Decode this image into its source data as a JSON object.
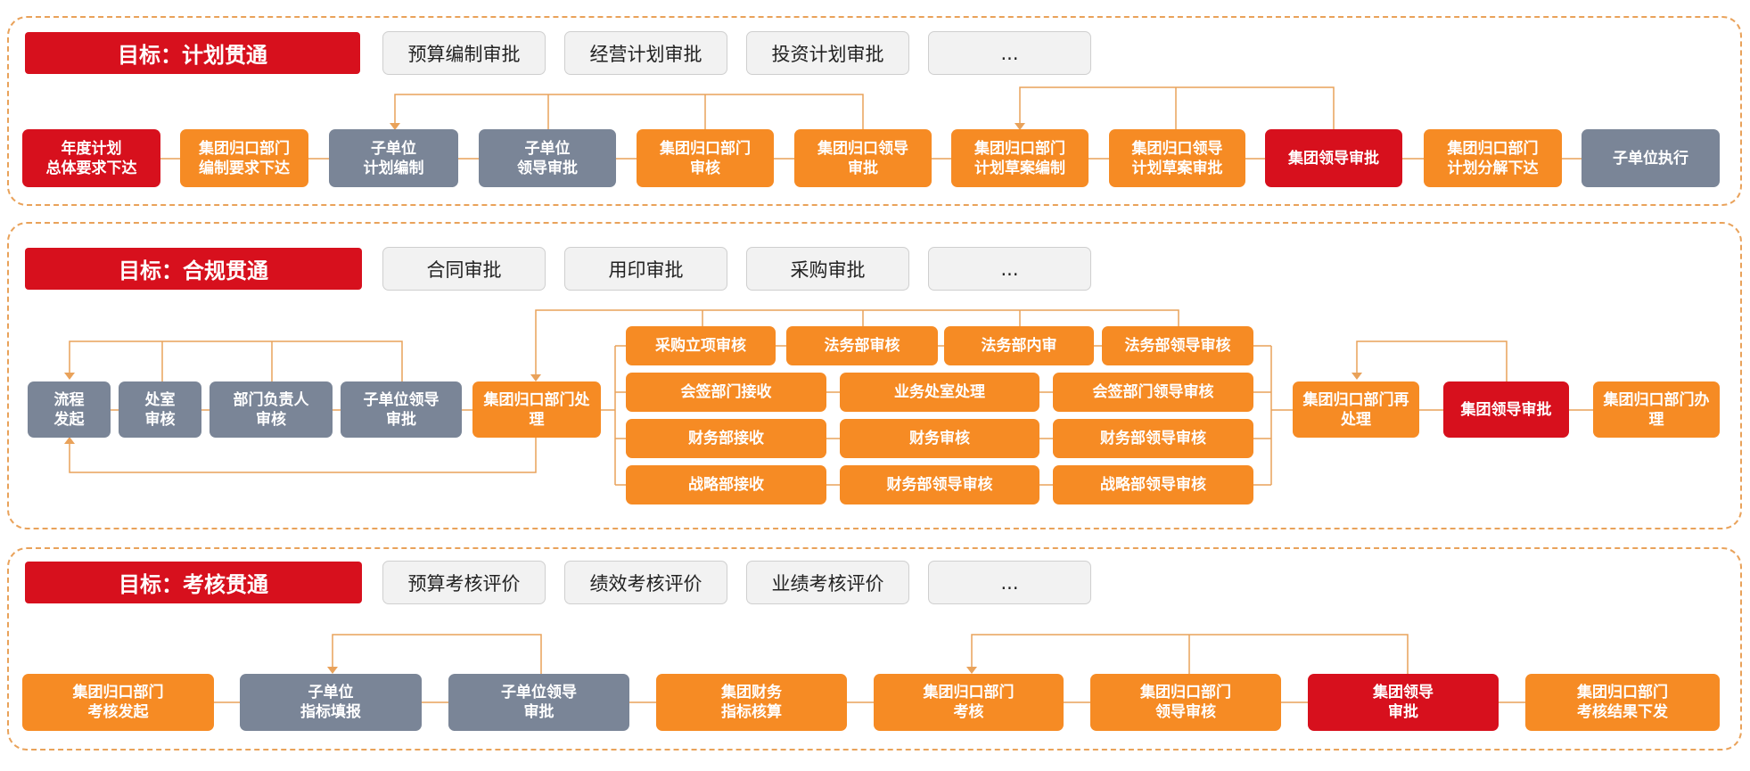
{
  "colors": {
    "orange": "#f68b24",
    "gray": "#7a8597",
    "red": "#d7101d",
    "connector": "#e9a25a",
    "panel_border": "#e9a25a"
  },
  "plan": {
    "goal": "目标：计划贯通",
    "tags": [
      "预算编制审批",
      "经营计划审批",
      "投资计划审批",
      "..."
    ],
    "steps": [
      "年度计划\n总体要求下达",
      "集团归口部门\n编制要求下达",
      "子单位\n计划编制",
      "子单位\n领导审批",
      "集团归口部门\n审核",
      "集团归口领导\n审批",
      "集团归口部门\n计划草案编制",
      "集团归口领导\n计划草案审批",
      "集团领导审批",
      "集团归口部门\n计划分解下达",
      "子单位执行"
    ]
  },
  "compliance": {
    "goal": "目标：合规贯通",
    "tags": [
      "合同审批",
      "用印审批",
      "采购审批",
      "..."
    ],
    "left_steps": [
      "流程\n发起",
      "处室\n审核",
      "部门负责人\n审核",
      "子单位领导\n审批",
      "集团归口部门处\n理"
    ],
    "grid_row1": [
      "采购立项审核",
      "法务部审核",
      "法务部内审",
      "法务部领导审核"
    ],
    "grid_row2": [
      "会签部门接收",
      "业务处室处理",
      "会签部门领导审核"
    ],
    "grid_row3": [
      "财务部接收",
      "财务审核",
      "财务部领导审核"
    ],
    "grid_row4": [
      "战略部接收",
      "财务部领导审核",
      "战略部领导审核"
    ],
    "right_steps": [
      "集团归口部门再\n处理",
      "集团领导审批",
      "集团归口部门办\n理"
    ]
  },
  "assessment": {
    "goal": "目标：考核贯通",
    "tags": [
      "预算考核评价",
      "绩效考核评价",
      "业绩考核评价",
      "..."
    ],
    "steps": [
      "集团归口部门\n考核发起",
      "子单位\n指标填报",
      "子单位领导\n审批",
      "集团财务\n指标核算",
      "集团归口部门\n考核",
      "集团归口部门\n领导审核",
      "集团领导\n审批",
      "集团归口部门\n考核结果下发"
    ]
  }
}
